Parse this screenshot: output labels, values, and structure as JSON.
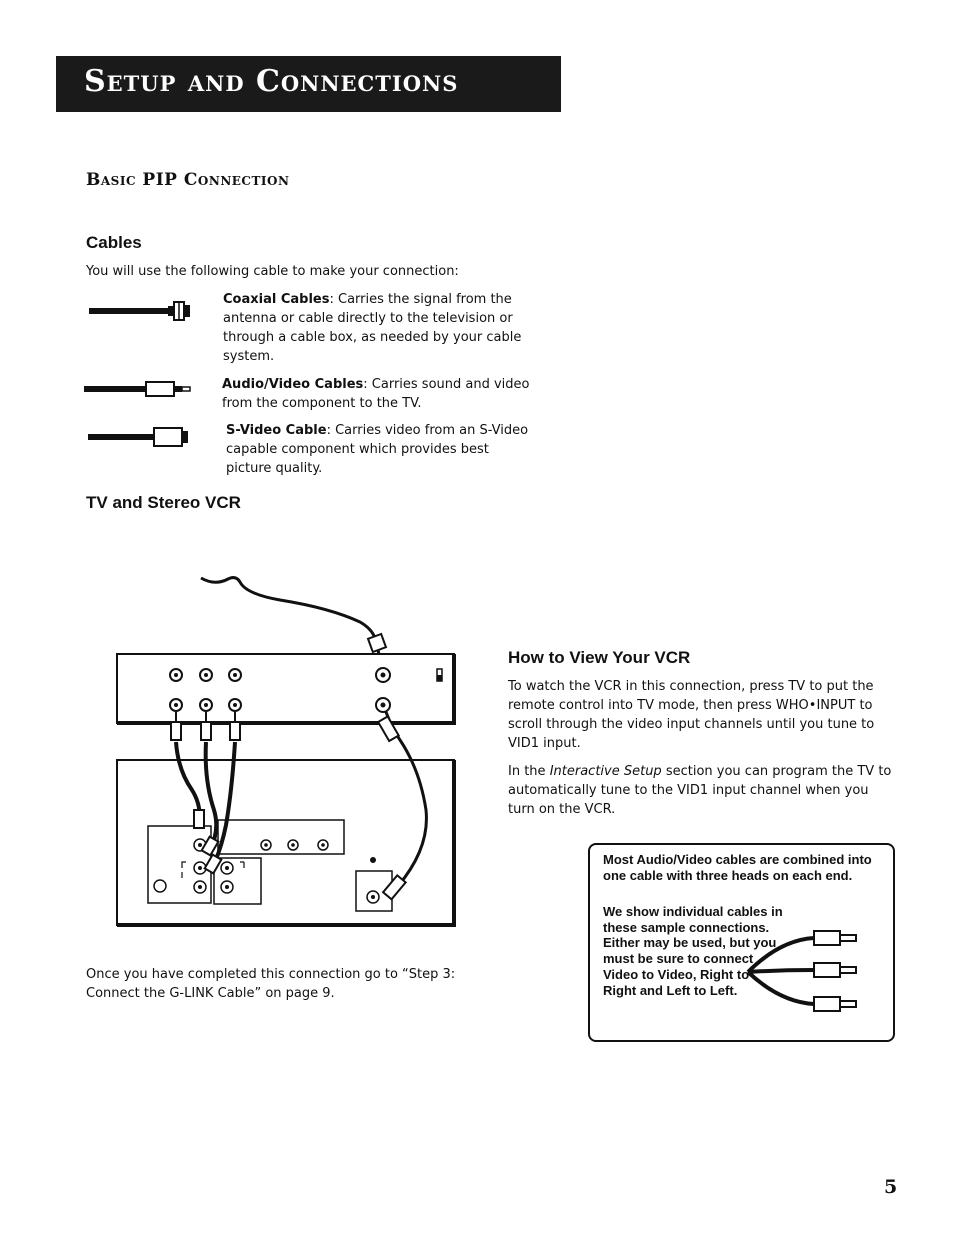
{
  "page": {
    "title": "Setup and Connections",
    "section_heading": "Basic PIP Connection",
    "page_number": "5"
  },
  "cables": {
    "heading": "Cables",
    "intro": "You will use the following cable to make your connection:",
    "items": [
      {
        "name": "Coaxial Cables",
        "desc": ": Carries the signal from the antenna or cable directly to the television or through a cable box, as needed by your cable system.",
        "icon": "coaxial-cable-icon"
      },
      {
        "name": "Audio/Video Cables",
        "desc": ": Carries sound and video from the component to the TV.",
        "icon": "audio-video-cable-icon"
      },
      {
        "name": "S-Video Cable",
        "desc": ": Carries video from an S-Video capable component which provides best picture quality.",
        "icon": "s-video-cable-icon"
      }
    ]
  },
  "diagram": {
    "heading": "TV and Stereo VCR"
  },
  "after_text": "Once you have completed this connection go to “Step 3: Connect the G-LINK Cable” on page 9.",
  "view": {
    "heading": "How to View Your VCR",
    "para1": "To watch the VCR in this connection, press TV to put the remote control into TV mode, then press WHO•INPUT to scroll through the video input channels until you tune to VID1 input.",
    "para2_pre": "In the ",
    "para2_em": "Interactive Setup",
    "para2_post": " section you can program the TV to automatically tune to the VID1 input channel when you turn on the VCR."
  },
  "note": {
    "line1": "Most Audio/Video cables are combined into one cable with three heads on each end.",
    "line2": "We show individual cables in these sample connections. Either may be used, but you must be sure to connect Video to Video, Right to Right and Left to Left."
  }
}
